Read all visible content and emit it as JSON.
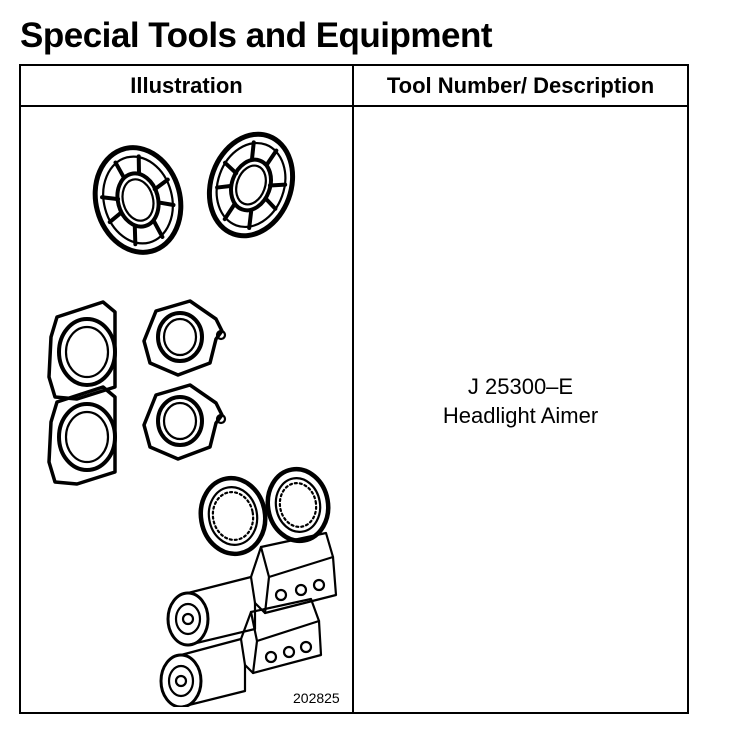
{
  "page": {
    "title": "Special Tools and Equipment"
  },
  "table": {
    "headers": {
      "illustration": "Illustration",
      "description": "Tool Number/ Description"
    },
    "rows": [
      {
        "tool_number": "J 25300–E",
        "tool_name": "Headlight Aimer",
        "figure_number": "202825",
        "illustration_icon": "headlight-aimer-kit-icon"
      }
    ]
  }
}
